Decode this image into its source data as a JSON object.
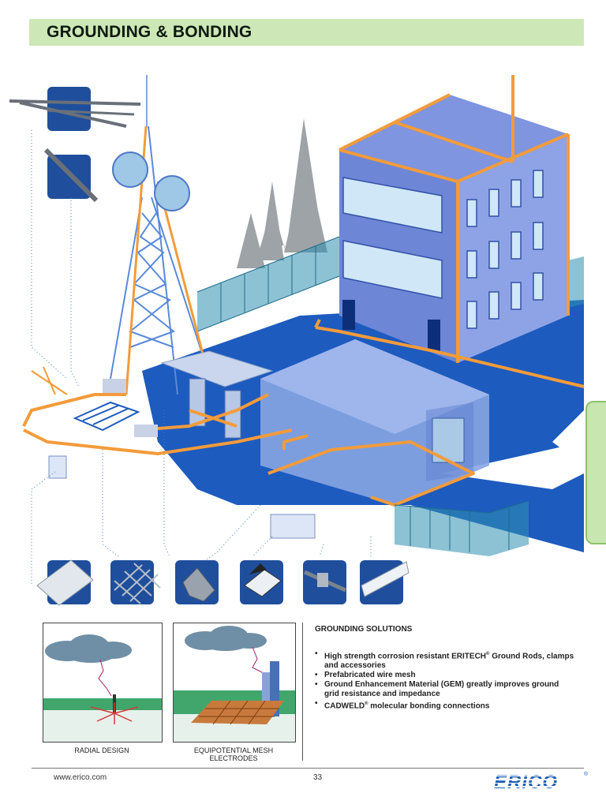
{
  "header": {
    "title": "GROUNDING & BONDING"
  },
  "captions": {
    "left": "RADIAL DESIGN",
    "right": "EQUIPOTENTIAL MESH ELECTRODES"
  },
  "solutions": {
    "heading": "GROUNDING SOLUTIONS",
    "items": [
      {
        "text": "High strength corrosion resistant ERITECH",
        "sup": "®",
        "text2": " Ground Rods, clamps and accessories"
      },
      {
        "text": "Prefabricated wire mesh",
        "sup": "",
        "text2": ""
      },
      {
        "text": "Ground Enhancement Material (GEM) greatly improves ground grid resistance and impedance",
        "sup": "",
        "text2": ""
      },
      {
        "text": "CADWELD",
        "sup": "®",
        "text2": " molecular bonding connections"
      }
    ]
  },
  "footer": {
    "url": "www.erico.com",
    "page": "33"
  },
  "logo": {
    "text": "ERICO",
    "reg": "®"
  },
  "colors": {
    "header_bg": "#cde8b6",
    "ground_blue": "#1d5bbf",
    "building_blue": "#7c93dd",
    "ground_conductor_orange": "#f39b3a",
    "tab_green": "#c8e6b0"
  },
  "icons": [
    "ground-rod-kit-icon",
    "ground-rod-icon",
    "ground-plate-icon",
    "wire-mesh-icon",
    "ground-clamp-icon",
    "cadweld-mold-icon",
    "cable-connector-icon",
    "bus-bar-icon"
  ]
}
